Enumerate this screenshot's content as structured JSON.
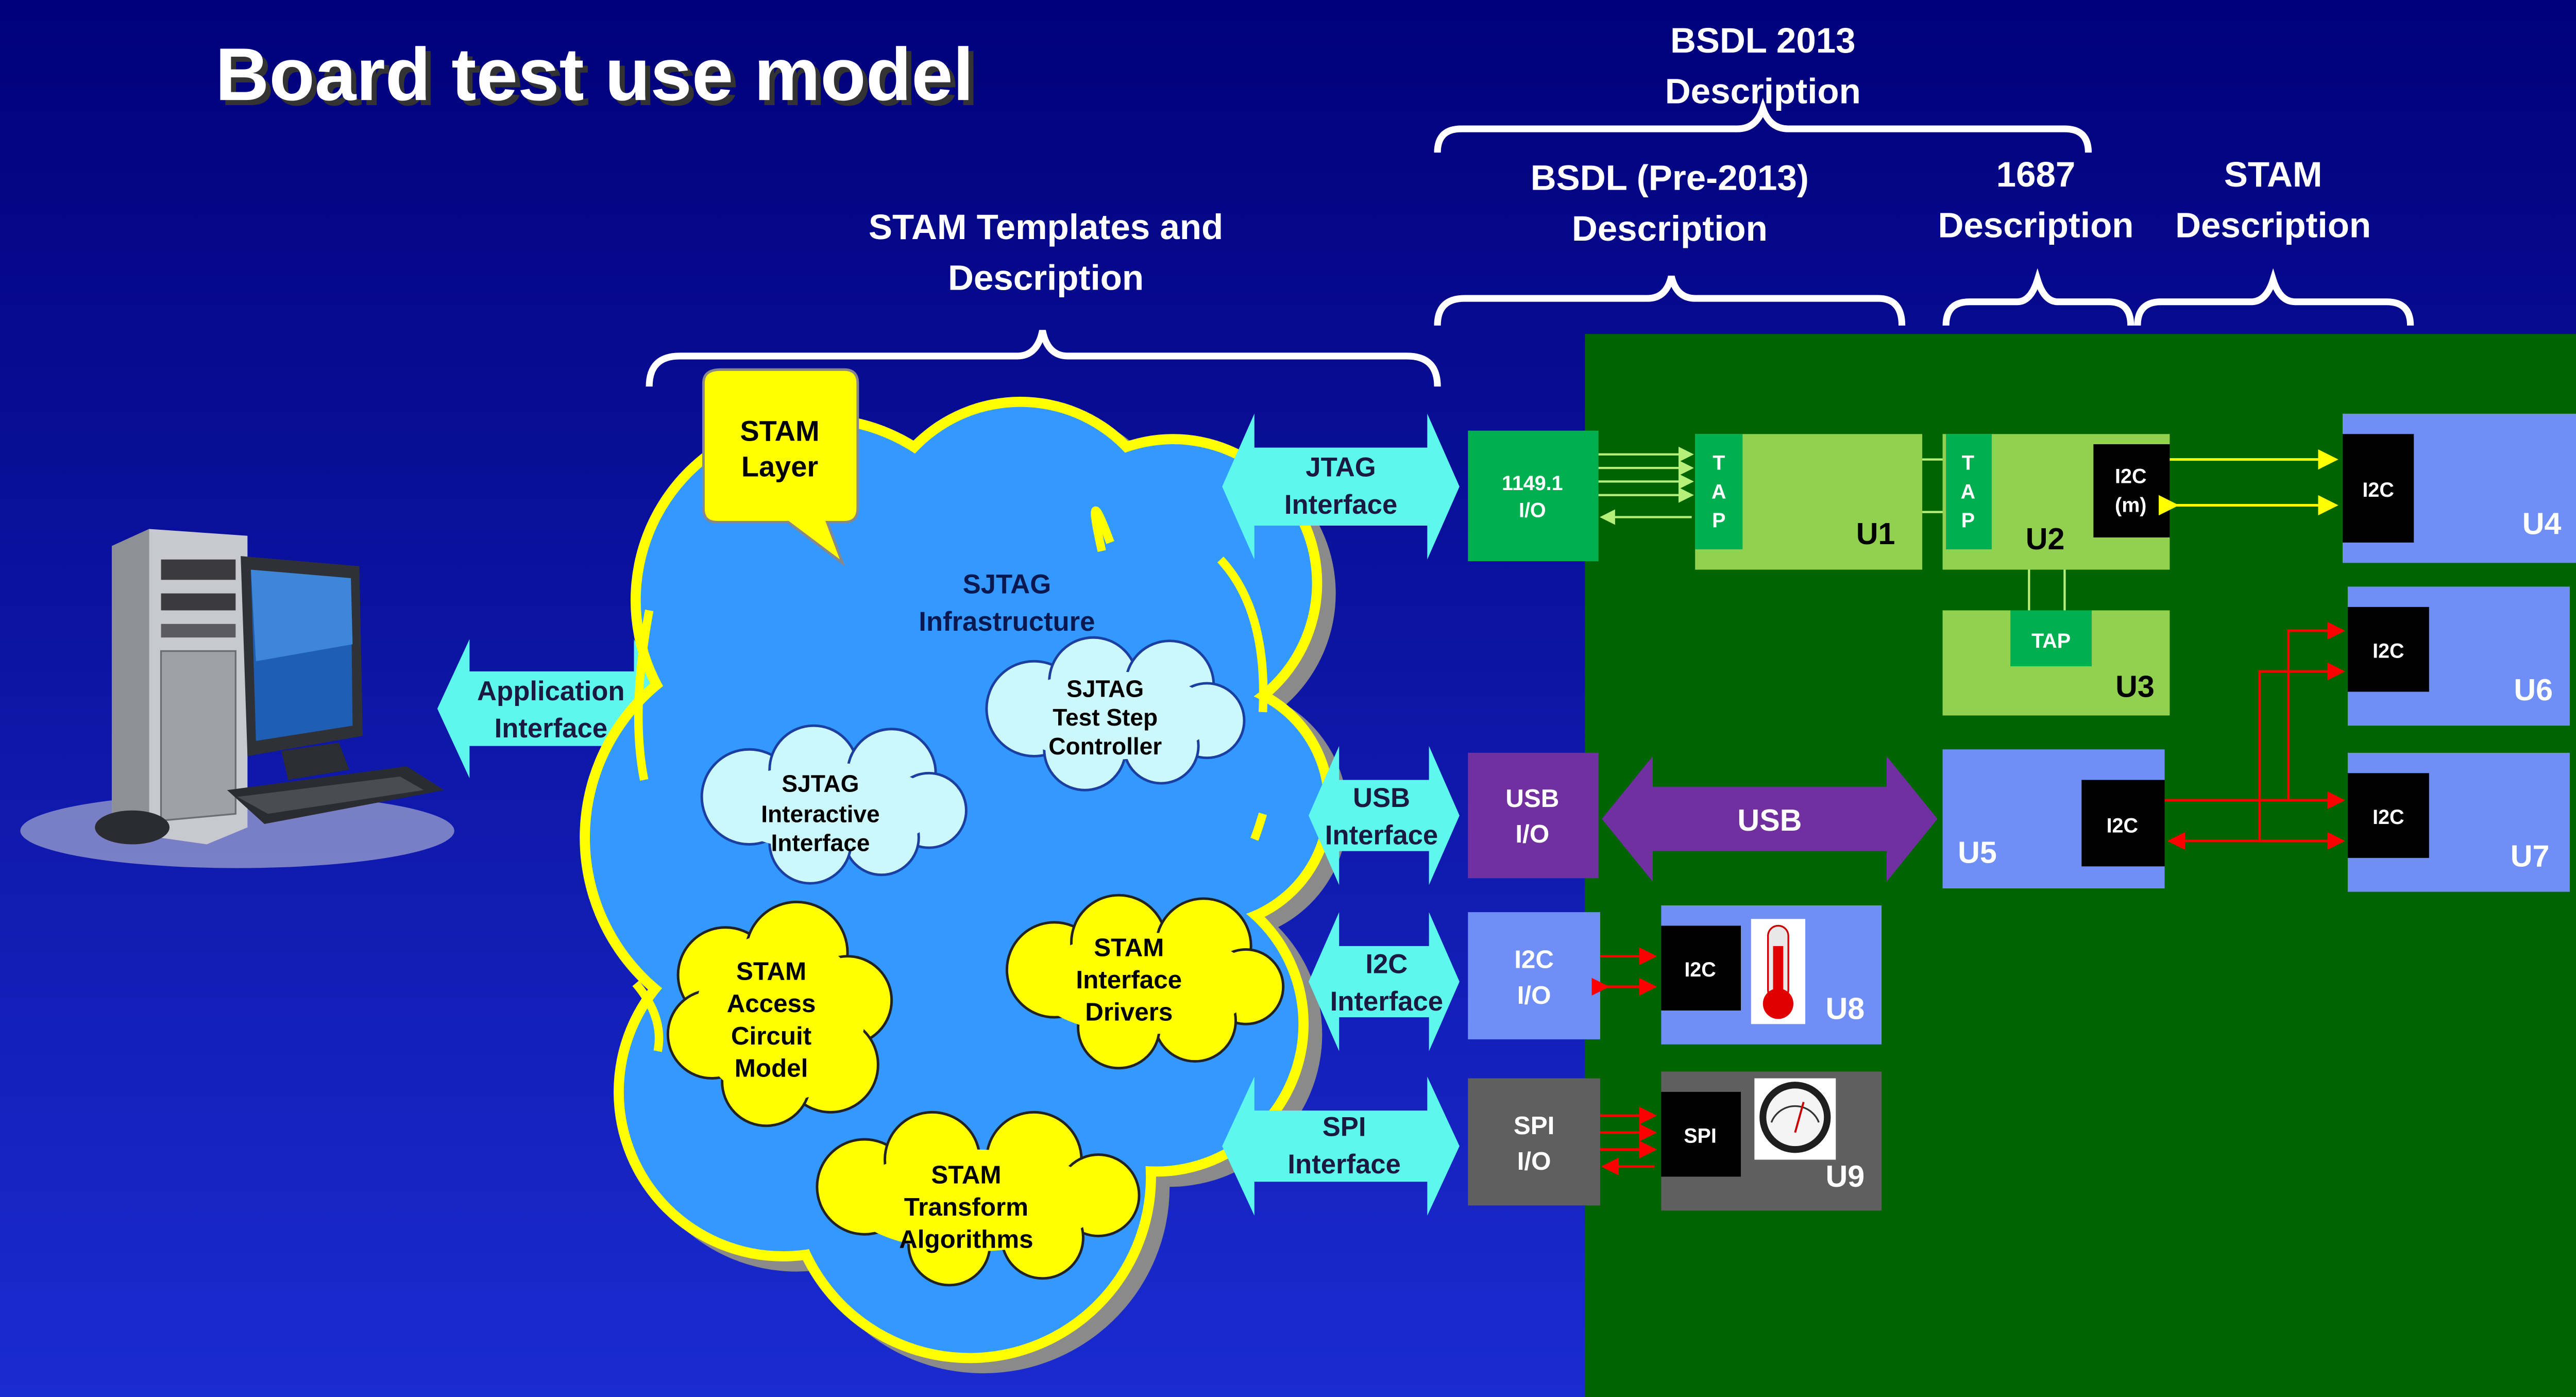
{
  "title": "Board test use model",
  "brackets": {
    "stam_templates": [
      "STAM Templates and",
      "Description"
    ],
    "bsdl2013": [
      "BSDL 2013",
      "Description"
    ],
    "bsdl_pre": [
      "BSDL (Pre-2013)",
      "Description"
    ],
    "d1687": [
      "1687",
      "Description"
    ],
    "stam_desc": [
      "STAM",
      "Description"
    ]
  },
  "arrows": {
    "application": [
      "Application",
      "Interface"
    ],
    "jtag": [
      "JTAG",
      "Interface"
    ],
    "usb": [
      "USB",
      "Interface"
    ],
    "i2c": [
      "I2C",
      "Interface"
    ],
    "spi": [
      "SPI",
      "Interface"
    ],
    "usb_bus": "USB"
  },
  "cloud": {
    "stam_layer": [
      "STAM",
      "Layer"
    ],
    "infrastructure": [
      "SJTAG",
      "Infrastructure"
    ],
    "test_step": [
      "SJTAG",
      "Test Step",
      "Controller"
    ],
    "interactive": [
      "SJTAG",
      "Interactive",
      "Interface"
    ],
    "access_circuit": [
      "STAM",
      "Access",
      "Circuit",
      "Model"
    ],
    "drivers": [
      "STAM",
      "Interface",
      "Drivers"
    ],
    "transform": [
      "STAM",
      "Transform",
      "Algorithms"
    ]
  },
  "io": {
    "jtag": [
      "1149.1",
      "I/O"
    ],
    "usb": [
      "USB",
      "I/O"
    ],
    "i2c": [
      "I2C",
      "I/O"
    ],
    "spi": [
      "SPI",
      "I/O"
    ]
  },
  "devices": {
    "u1": "U1",
    "u2": "U2",
    "u3": "U3",
    "u4": "U4",
    "u5": "U5",
    "u6": "U6",
    "u7": "U7",
    "u8": "U8",
    "u9": "U9",
    "tap_letters": [
      "T",
      "A",
      "P"
    ],
    "tap": "TAP",
    "i2c": "I2C",
    "i2c_m": [
      "I2C",
      "(m)"
    ],
    "spi": "SPI"
  },
  "colors": {
    "background": "#0a0a9c",
    "board": "#006400",
    "cyan_arrow": "#5ef7ee",
    "cloud": "#3399ff",
    "yellow": "#ffff00",
    "light_green": "#92d050",
    "tap_green": "#00b050",
    "purple": "#7030a0",
    "periwinkle": "#6f8ff7",
    "grey": "#5f5f5f",
    "red_line": "#ff0000"
  }
}
